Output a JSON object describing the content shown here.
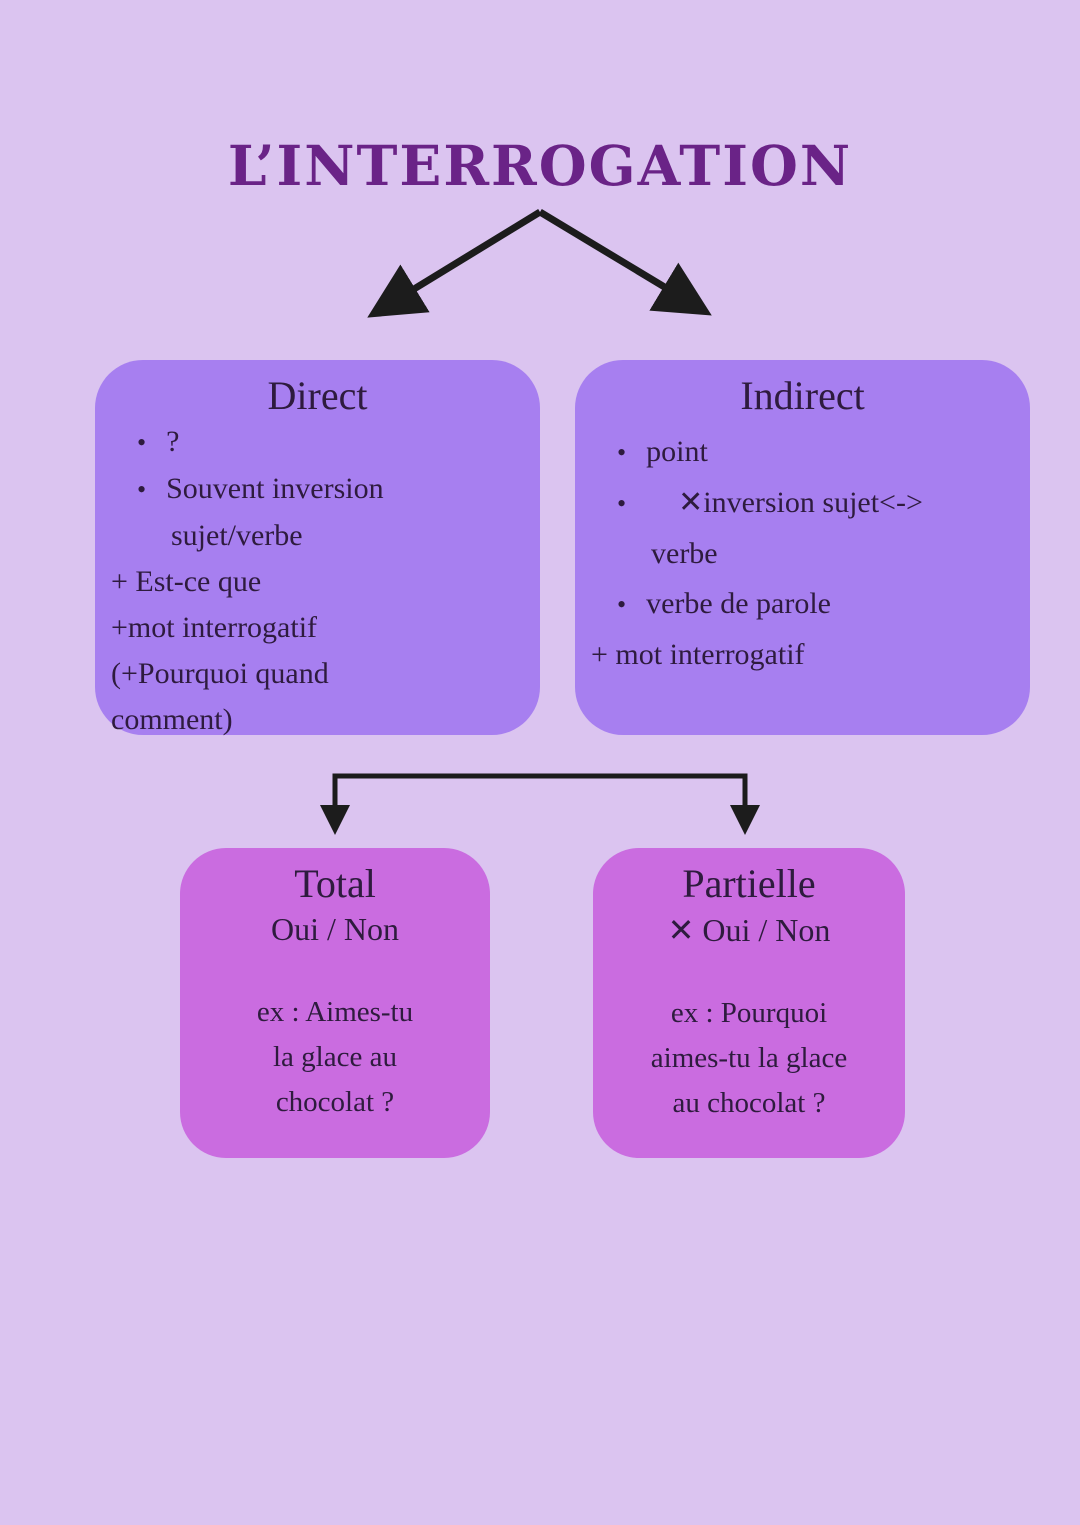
{
  "title": "L’INTERROGATION",
  "glyphs": {
    "bullet": "•"
  },
  "colors": {
    "background": "#dbc4f0",
    "upper_box": "#a77ff0",
    "lower_box": "#ca6ce0",
    "title_text": "#6a2387",
    "body_text": "#2e1b3e",
    "arrow": "#1c1c1c"
  },
  "boxes": {
    "direct": {
      "title": "Direct",
      "lines": [
        {
          "kind": "bullet",
          "text": "?"
        },
        {
          "kind": "bullet",
          "text": "Souvent inversion"
        },
        {
          "kind": "continuation",
          "text": "sujet/verbe"
        },
        {
          "kind": "plain",
          "text": "+ Est-ce que"
        },
        {
          "kind": "plain",
          "text": "+mot interrogatif"
        },
        {
          "kind": "plain",
          "text": "(+Pourquoi quand"
        },
        {
          "kind": "plain",
          "text": "comment)"
        }
      ]
    },
    "indirect": {
      "title": "Indirect",
      "lines": [
        {
          "kind": "bullet",
          "text": "point"
        },
        {
          "kind": "bullet",
          "text": "✕inversion sujet<->"
        },
        {
          "kind": "continuation",
          "text": "verbe"
        },
        {
          "kind": "bullet",
          "text": "verbe de parole"
        },
        {
          "kind": "plain",
          "text": "+ mot interrogatif"
        }
      ]
    },
    "total": {
      "title": "Total",
      "subtitle": "Oui / Non",
      "example": [
        "ex : Aimes-tu",
        "la glace au",
        "chocolat ?"
      ]
    },
    "partielle": {
      "title": "Partielle",
      "subtitle": "✕ Oui / Non",
      "example": [
        "ex : Pourquoi",
        "aimes-tu la glace",
        "au chocolat ?"
      ]
    }
  }
}
